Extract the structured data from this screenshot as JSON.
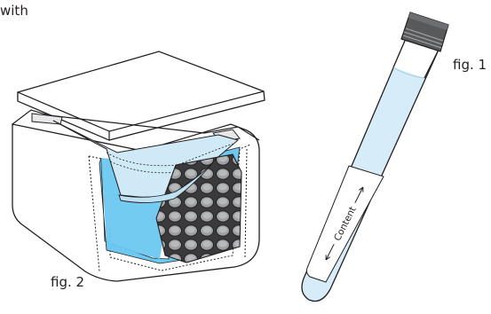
{
  "captions": {
    "top_left_fragment": "with",
    "fig1": "fig. 1",
    "fig2": "fig. 2"
  },
  "tube": {
    "label_text": "Content",
    "cap_color": "#58595b",
    "liquid_color": "#d6ecf8"
  },
  "box": {
    "liquid_color": "#6cc8f0",
    "lid_color": "#ffffff",
    "vial_color": "#4d4d4f",
    "outline_color": "#231f20"
  }
}
